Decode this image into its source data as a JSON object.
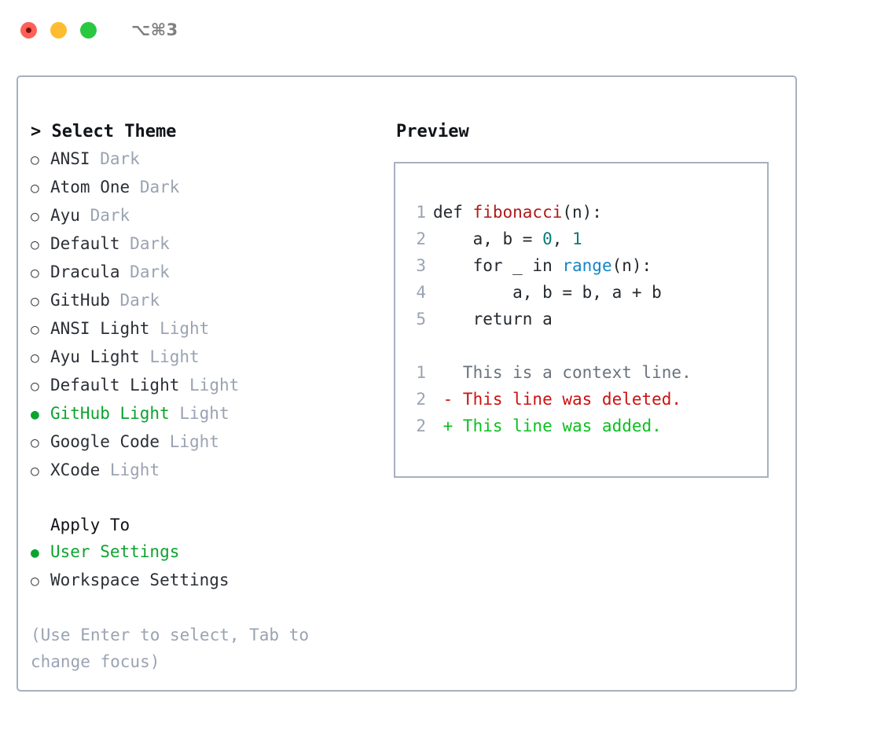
{
  "titlebar": {
    "shortcut": "⌥⌘3",
    "lights": [
      {
        "name": "close",
        "color": "#ff6058"
      },
      {
        "name": "minimize",
        "color": "#febc2e"
      },
      {
        "name": "maximize",
        "color": "#28c840"
      }
    ]
  },
  "theme_picker": {
    "heading": "> Select Theme",
    "selected_bullet": "●",
    "unselected_bullet": "○",
    "options": [
      {
        "label": "ANSI",
        "badge": "Dark",
        "selected": false
      },
      {
        "label": "Atom One",
        "badge": "Dark",
        "selected": false
      },
      {
        "label": "Ayu",
        "badge": "Dark",
        "selected": false
      },
      {
        "label": "Default",
        "badge": "Dark",
        "selected": false
      },
      {
        "label": "Dracula",
        "badge": "Dark",
        "selected": false
      },
      {
        "label": "GitHub",
        "badge": "Dark",
        "selected": false
      },
      {
        "label": "ANSI Light",
        "badge": "Light",
        "selected": false
      },
      {
        "label": "Ayu Light",
        "badge": "Light",
        "selected": false
      },
      {
        "label": "Default Light",
        "badge": "Light",
        "selected": false
      },
      {
        "label": "GitHub Light",
        "badge": "Light",
        "selected": true
      },
      {
        "label": "Google Code",
        "badge": "Light",
        "selected": false
      },
      {
        "label": "XCode",
        "badge": "Light",
        "selected": false
      }
    ]
  },
  "apply_to": {
    "heading": "Apply To",
    "options": [
      {
        "label": "User Settings",
        "selected": true
      },
      {
        "label": "Workspace Settings",
        "selected": false
      }
    ]
  },
  "hint": "(Use Enter to select, Tab to change focus)",
  "preview": {
    "title": "Preview",
    "code_lines": [
      {
        "no": "1",
        "tokens": [
          {
            "text": "def ",
            "kind": "plain"
          },
          {
            "text": "fibonacci",
            "kind": "func"
          },
          {
            "text": "(n):",
            "kind": "plain"
          }
        ]
      },
      {
        "no": "2",
        "tokens": [
          {
            "text": "    a, b = ",
            "kind": "plain"
          },
          {
            "text": "0",
            "kind": "num"
          },
          {
            "text": ", ",
            "kind": "plain"
          },
          {
            "text": "1",
            "kind": "num"
          }
        ]
      },
      {
        "no": "3",
        "tokens": [
          {
            "text": "    for _ in ",
            "kind": "plain"
          },
          {
            "text": "range",
            "kind": "call"
          },
          {
            "text": "(n):",
            "kind": "plain"
          }
        ]
      },
      {
        "no": "4",
        "tokens": [
          {
            "text": "        a, b = b, a + b",
            "kind": "plain"
          }
        ]
      },
      {
        "no": "5",
        "tokens": [
          {
            "text": "    return a",
            "kind": "plain"
          }
        ]
      }
    ],
    "diff_lines": [
      {
        "no": "1",
        "marker": "  ",
        "text": "This is a context line.",
        "kind": "context"
      },
      {
        "no": "2",
        "marker": "- ",
        "text": "This line was deleted.",
        "kind": "del"
      },
      {
        "no": "2",
        "marker": "+ ",
        "text": "This line was added.",
        "kind": "add"
      }
    ]
  },
  "colors": {
    "accent_green": "#0ca32f",
    "border": "#a8b0be",
    "muted": "#9aa3b2",
    "text": "#2b2f36",
    "syntax_function": "#b01a1a",
    "syntax_number": "#0a7a7a",
    "syntax_call": "#1286c9",
    "diff_delete": "#cc1111",
    "diff_add": "#0ac020",
    "diff_context": "#6a737d"
  }
}
